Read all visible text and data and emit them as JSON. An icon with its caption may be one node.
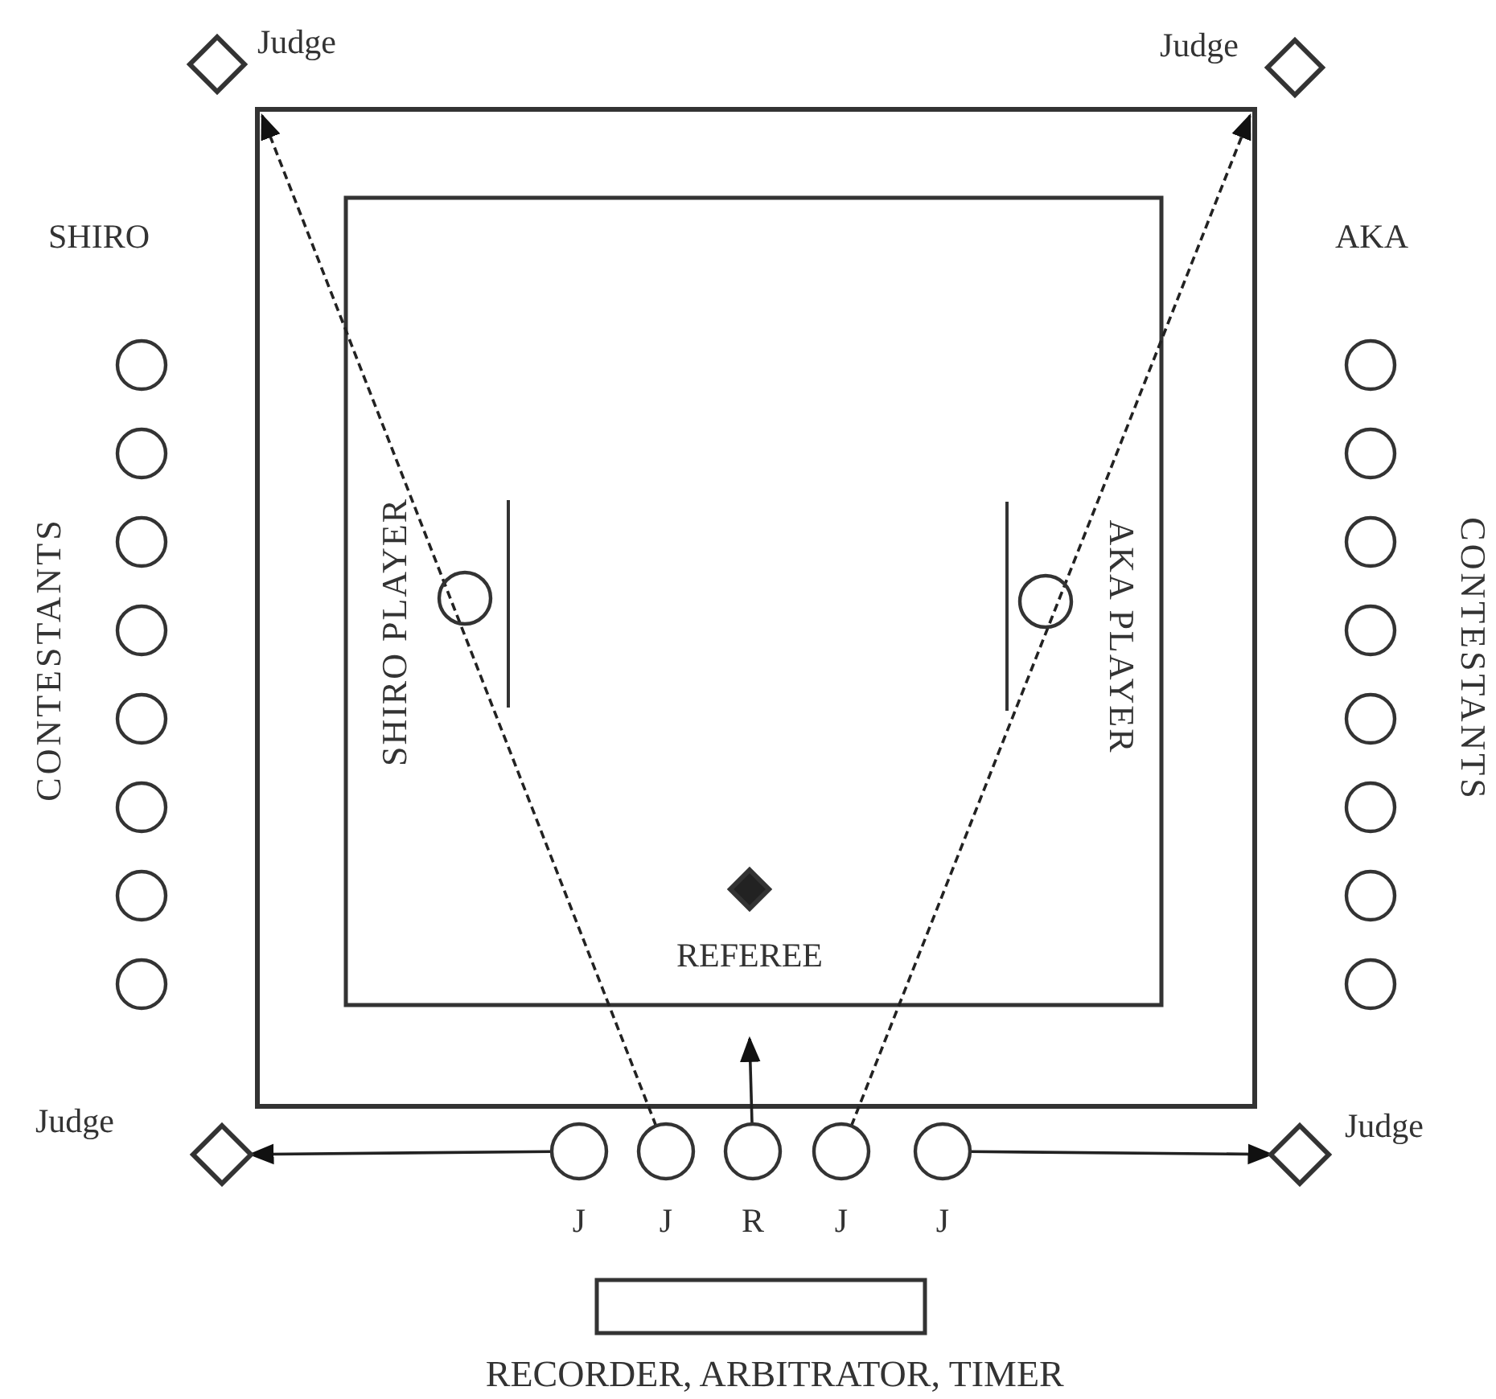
{
  "diagram": {
    "nodes": [
      {
        "text": [],
        "shape": "diamond",
        "beside": [
          "Judge"
        ]
      },
      {
        "text": [],
        "shape": "diamond",
        "beside": [
          "Judge"
        ]
      },
      {
        "text": [],
        "shape": "circle"
      },
      {
        "text": [],
        "shape": "circle"
      },
      {
        "text": [],
        "shape": "circle"
      },
      {
        "text": [],
        "shape": "circle"
      },
      {
        "text": [],
        "shape": "circle"
      },
      {
        "text": [],
        "shape": "circle"
      },
      {
        "text": [],
        "shape": "circle"
      },
      {
        "text": [],
        "shape": "circle"
      },
      {
        "text": [],
        "shape": "circle"
      },
      {
        "text": [],
        "shape": "circle"
      },
      {
        "text": [],
        "shape": "circle"
      },
      {
        "text": [],
        "shape": "circle"
      },
      {
        "text": [],
        "shape": "circle"
      },
      {
        "text": [],
        "shape": "circle"
      },
      {
        "text": [],
        "shape": "circle"
      },
      {
        "text": [],
        "shape": "circle"
      },
      {
        "text": [],
        "shape": "circle"
      },
      {
        "text": [],
        "shape": "circle"
      },
      {
        "text": [],
        "shape": "diamond",
        "beside": [
          "REFEREE"
        ]
      },
      {
        "text": [],
        "shape": "diamond",
        "beside": [
          "Judge"
        ]
      },
      {
        "text": [],
        "shape": "circle",
        "beside": [
          "J"
        ]
      },
      {
        "text": [],
        "shape": "circle",
        "beside": [
          "J"
        ]
      },
      {
        "text": [],
        "shape": "circle",
        "beside": [
          "R"
        ]
      },
      {
        "text": [],
        "shape": "circle",
        "beside": [
          "J"
        ]
      },
      {
        "text": [],
        "shape": "circle",
        "beside": [
          "J"
        ]
      },
      {
        "text": [],
        "shape": "diamond",
        "beside": [
          "Judge"
        ]
      },
      {
        "text": [],
        "shape": "box",
        "beside": [
          "RECORDER, ARBITRATOR, TIMER"
        ]
      }
    ],
    "edges": [
      {
        "from": 23,
        "to": null,
        "arrow": "to",
        "style": "dashed"
      },
      {
        "from": 25,
        "to": null,
        "arrow": "to",
        "style": "dashed"
      },
      {
        "from": 24,
        "to": null,
        "arrow": "to"
      },
      {
        "from": 22,
        "to": 21,
        "arrow": "to"
      },
      {
        "from": 26,
        "to": 27,
        "arrow": "to"
      }
    ],
    "labels": [
      "SHIRO",
      "AKA",
      "CONTESTANTS",
      "SHIRO PLAYER",
      "AKA PLAYER",
      "CONTESTANTS"
    ]
  }
}
